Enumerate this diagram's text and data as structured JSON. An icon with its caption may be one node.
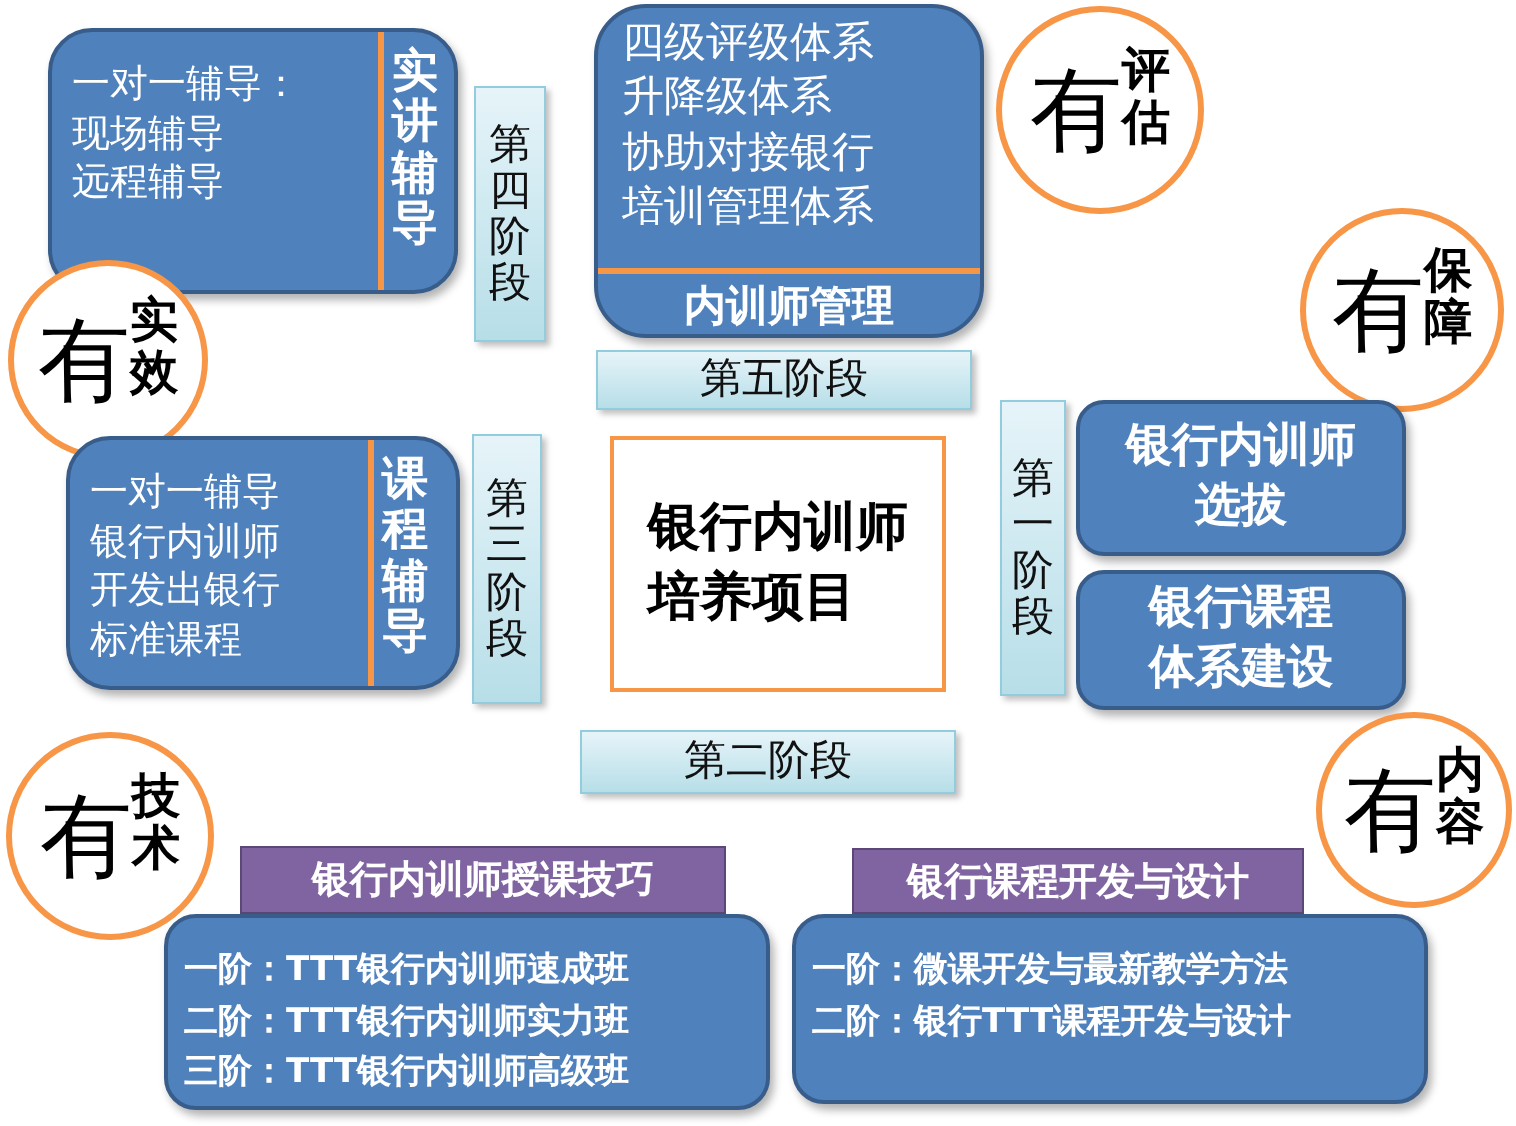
{
  "diagram": {
    "nodes": [
      {
        "text": [
          "一对一辅导：",
          "现场辅导",
          "远程辅导",
          "实讲辅导"
        ]
      },
      {
        "text": [
          "第四阶段"
        ]
      },
      {
        "text": [
          "四级评级体系",
          "升降级体系",
          "协助对接银行",
          "培训管理体系",
          "内训师管理"
        ]
      },
      {
        "text": [
          "有",
          "评估"
        ]
      },
      {
        "text": [
          "有",
          "实效"
        ]
      },
      {
        "text": [
          "第五阶段"
        ]
      },
      {
        "text": [
          "有",
          "保障"
        ]
      },
      {
        "text": [
          "一对一辅导",
          "银行内训师开发出银行标准课程",
          "课程辅导"
        ]
      },
      {
        "text": [
          "第三阶段"
        ]
      },
      {
        "text": [
          "银行内训师培养项目"
        ]
      },
      {
        "text": [
          "第一阶段"
        ]
      },
      {
        "text": [
          "银行内训师选拔"
        ]
      },
      {
        "text": [
          "银行课程体系建设"
        ]
      },
      {
        "text": [
          "第二阶段"
        ]
      },
      {
        "text": [
          "有",
          "技术"
        ]
      },
      {
        "text": [
          "有",
          "内容"
        ]
      },
      {
        "text": [
          "银行内训师授课技巧"
        ]
      },
      {
        "text": [
          "一阶：TTT银行内训师速成班",
          "二阶：TTT银行内训师实力班",
          "三阶：TTT银行内训师高级班"
        ]
      },
      {
        "text": [
          "银行课程开发与设计"
        ]
      },
      {
        "text": [
          "一阶：微课开发与最新教学方法",
          "二阶：银行TTT课程开发与设计"
        ]
      }
    ]
  }
}
